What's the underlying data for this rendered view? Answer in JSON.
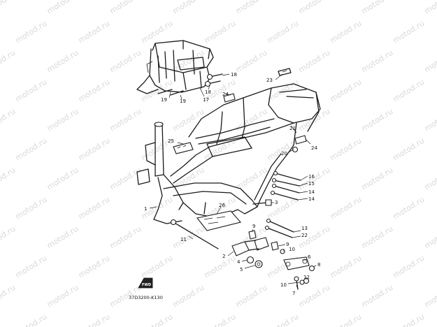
{
  "watermark": {
    "text": "motod.ru"
  },
  "diagram_code": "37D3200-K130",
  "fwd_label": "FWD",
  "callouts": [
    {
      "id": "c1",
      "label": "1"
    },
    {
      "id": "c2",
      "label": "2"
    },
    {
      "id": "c3",
      "label": "3"
    },
    {
      "id": "c4",
      "label": "4"
    },
    {
      "id": "c5",
      "label": "5"
    },
    {
      "id": "c6",
      "label": "6"
    },
    {
      "id": "c7",
      "label": "7"
    },
    {
      "id": "c8",
      "label": "8"
    },
    {
      "id": "c9",
      "label": "9"
    },
    {
      "id": "c9b",
      "label": "9"
    },
    {
      "id": "c10",
      "label": "10"
    },
    {
      "id": "c10b",
      "label": "10"
    },
    {
      "id": "c11",
      "label": "11"
    },
    {
      "id": "c12",
      "label": "12"
    },
    {
      "id": "c13",
      "label": "13"
    },
    {
      "id": "c14",
      "label": "14"
    },
    {
      "id": "c14b",
      "label": "14"
    },
    {
      "id": "c15",
      "label": "15"
    },
    {
      "id": "c16",
      "label": "16"
    },
    {
      "id": "c17",
      "label": "17"
    },
    {
      "id": "c18",
      "label": "18"
    },
    {
      "id": "c18b",
      "label": "18"
    },
    {
      "id": "c19",
      "label": "19"
    },
    {
      "id": "c19b",
      "label": "19"
    },
    {
      "id": "c20",
      "label": "20"
    },
    {
      "id": "c21",
      "label": "21"
    },
    {
      "id": "c22",
      "label": "22"
    },
    {
      "id": "c23",
      "label": "23"
    },
    {
      "id": "c24",
      "label": "24"
    },
    {
      "id": "c24b",
      "label": "24"
    },
    {
      "id": "c25",
      "label": "25"
    },
    {
      "id": "c26",
      "label": "26"
    }
  ]
}
